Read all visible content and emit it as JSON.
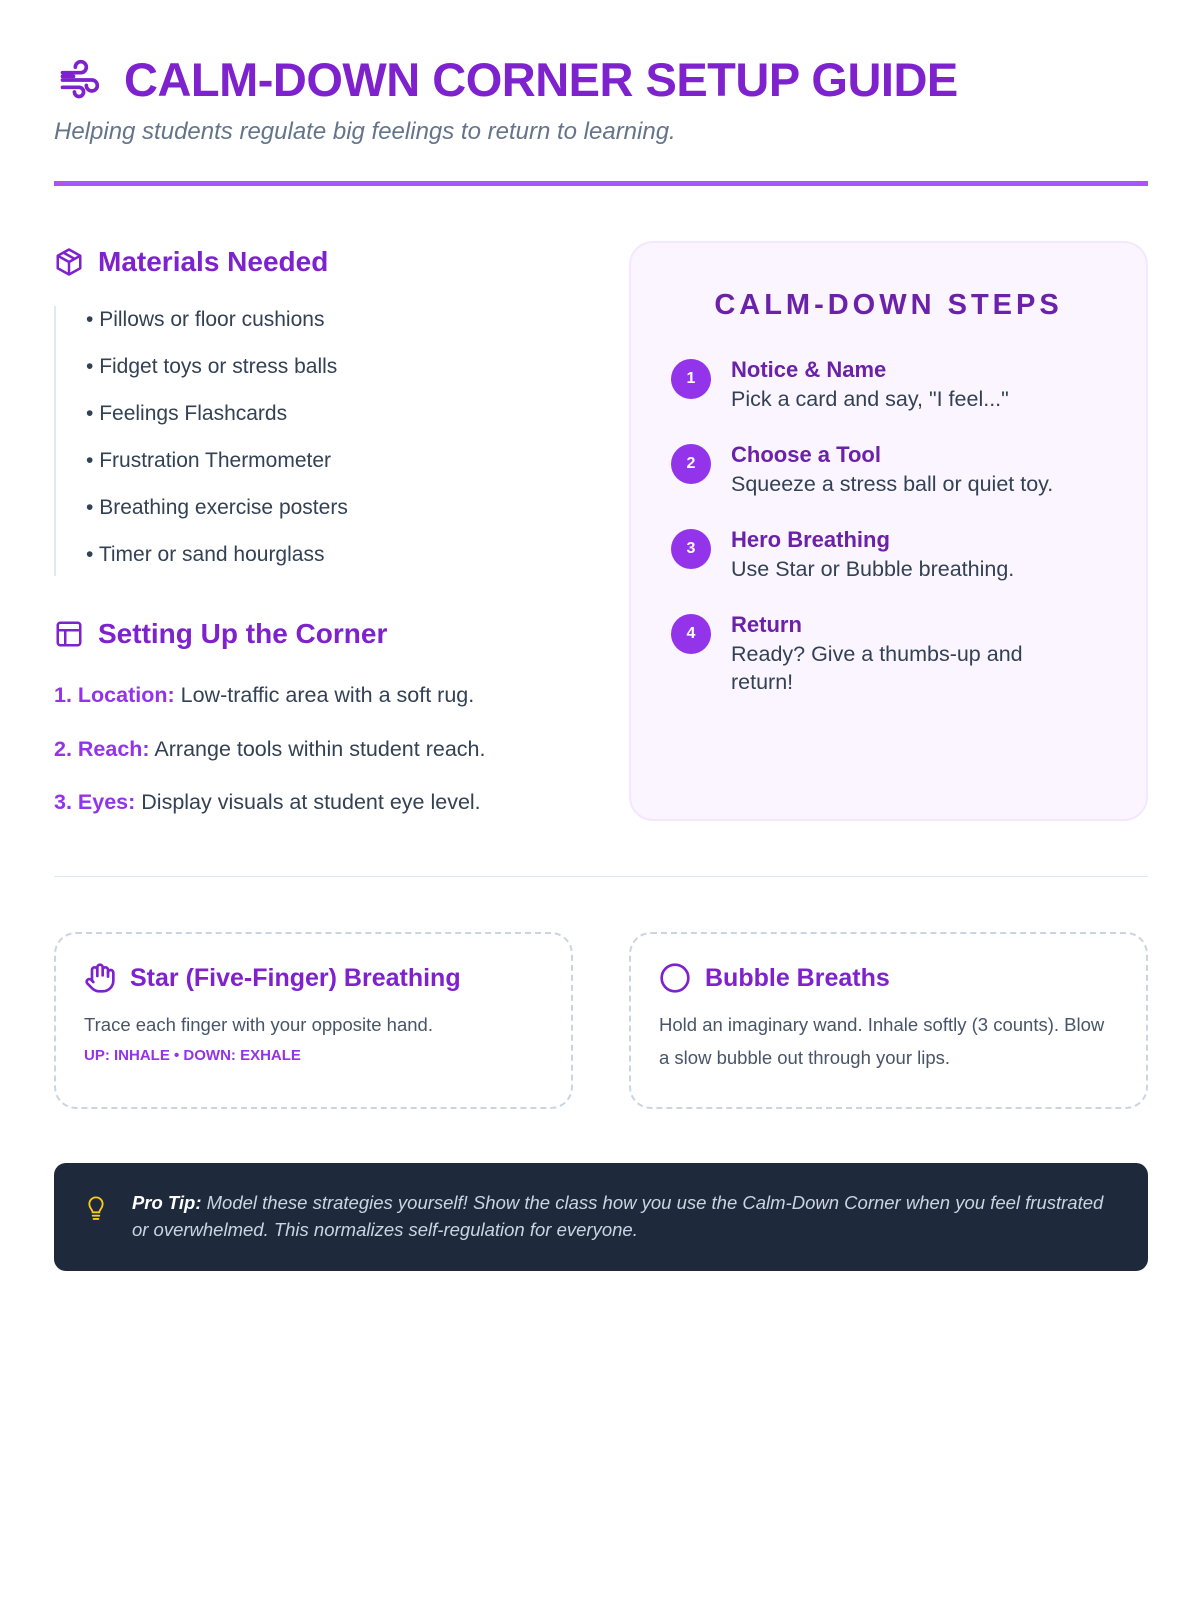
{
  "header": {
    "title": "CALM-DOWN CORNER SETUP GUIDE",
    "subtitle": "Helping students regulate big feelings to return to learning.",
    "icon": "wind-icon"
  },
  "materials": {
    "heading": "Materials Needed",
    "icon": "package-icon",
    "items": [
      "Pillows or floor cushions",
      "Fidget toys or stress balls",
      "Feelings Flashcards",
      "Frustration Thermometer",
      "Breathing exercise posters",
      "Timer or sand hourglass"
    ]
  },
  "setup": {
    "heading": "Setting Up the Corner",
    "icon": "layout-icon",
    "items": [
      {
        "label": "1. Location:",
        "text": "Low-traffic area with a soft rug."
      },
      {
        "label": "2. Reach:",
        "text": "Arrange tools within student reach."
      },
      {
        "label": "3. Eyes:",
        "text": "Display visuals at student eye level."
      }
    ]
  },
  "steps": {
    "heading": "CALM-DOWN STEPS",
    "items": [
      {
        "num": "1",
        "title": "Notice & Name",
        "desc": "Pick a card and say, \"I feel...\""
      },
      {
        "num": "2",
        "title": "Choose a Tool",
        "desc": "Squeeze a stress ball or quiet toy."
      },
      {
        "num": "3",
        "title": "Hero Breathing",
        "desc": "Use Star or Bubble breathing."
      },
      {
        "num": "4",
        "title": "Return",
        "desc": "Ready? Give a thumbs-up and return!"
      }
    ]
  },
  "star": {
    "title": "Star (Five-Finger) Breathing",
    "desc": "Trace each finger with your opposite hand.",
    "tag": "UP: INHALE • DOWN: EXHALE",
    "icon": "hand-icon"
  },
  "bubble": {
    "title": "Bubble Breaths",
    "desc": "Hold an imaginary wand. Inhale softly (3 counts). Blow a slow bubble out through your lips.",
    "icon": "circle-icon"
  },
  "tip": {
    "label": "Pro Tip:",
    "text": " Model these strategies yourself! Show the class how you use the Calm-Down Corner when you feel frustrated or overwhelmed. This normalizes self-regulation for everyone.",
    "icon": "lightbulb-icon"
  },
  "colors": {
    "accent": "#7e22ce",
    "rule": "#a855f7",
    "tipBg": "#1e293b",
    "bulb": "#facc15"
  }
}
